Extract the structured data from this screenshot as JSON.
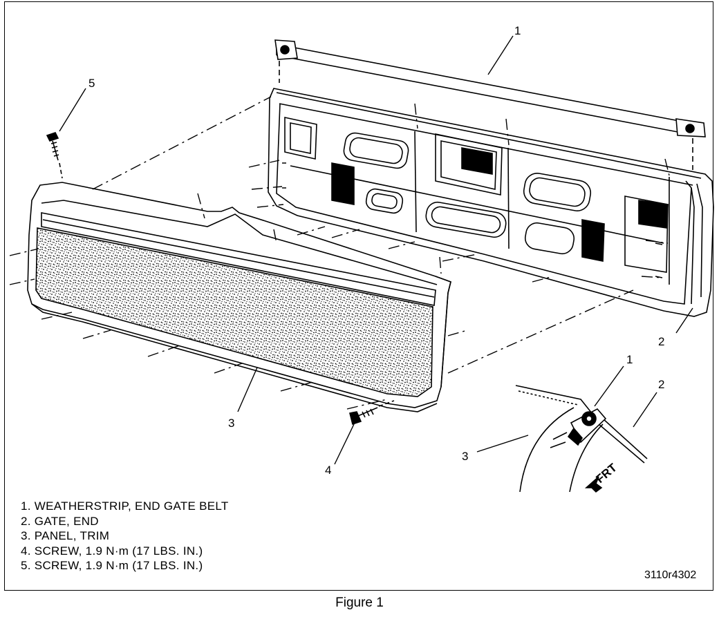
{
  "diagram": {
    "callouts": [
      "1",
      "2",
      "3",
      "4",
      "5",
      "1",
      "2",
      "3"
    ],
    "inset_label": "FRT",
    "legend": [
      "1. WEATHERSTRIP, END GATE BELT",
      "2. GATE, END",
      "3. PANEL, TRIM",
      "4. SCREW, 1.9 N·m (17 LBS. IN.)",
      "5. SCREW, 1.9 N·m (17 LBS. IN.)"
    ],
    "figure_number": "3110r4302",
    "caption": "Figure 1"
  }
}
